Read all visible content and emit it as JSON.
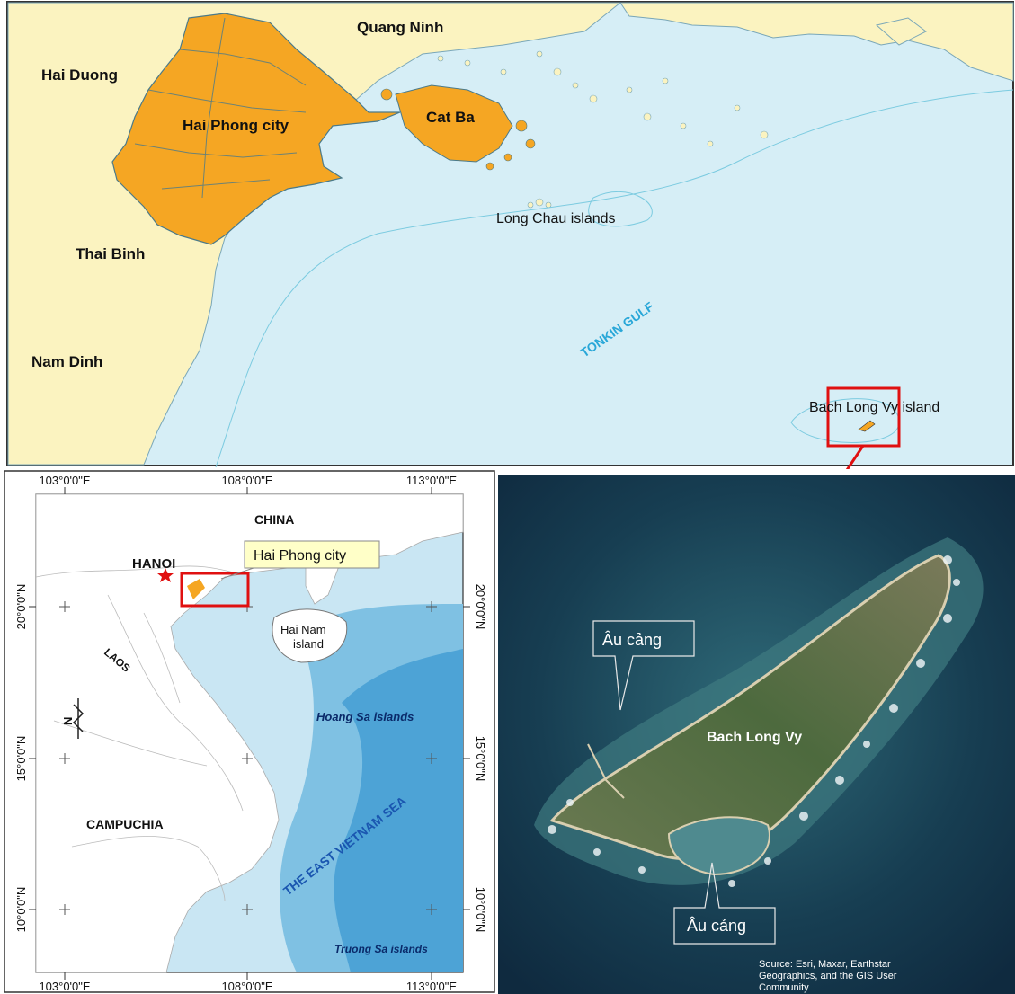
{
  "top_map": {
    "labels": {
      "quang_ninh": "Quang Ninh",
      "hai_duong": "Hai Duong",
      "hai_phong_city": "Hai Phong city",
      "cat_ba": "Cat Ba",
      "long_chau": "Long Chau islands",
      "thai_binh": "Thai Binh",
      "nam_dinh": "Nam Dinh",
      "tonkin_gulf": "TONKIN GULF",
      "bach_long_vy_island": "Bach Long Vy island"
    },
    "colors": {
      "sea": "#d6eef6",
      "land": "#fbf3c0",
      "hai_phong": "#f5a623",
      "highlight_box": "#e01010"
    }
  },
  "locator_map": {
    "top_ticks": [
      "103°0'0\"E",
      "108°0'0\"E",
      "113°0'0\"E"
    ],
    "bottom_ticks": [
      "103°0'0\"E",
      "108°0'0\"E",
      "113°0'0\"E"
    ],
    "left_ticks": [
      "20°0'0\"N",
      "15°0'0\"N",
      "10°0'0\"N"
    ],
    "right_ticks": [
      "20°0'0\"N",
      "15°0'0\"N",
      "10°0'0\"N"
    ],
    "labels": {
      "china": "CHINA",
      "hanoi": "HANOI",
      "hai_phong_callout": "Hai Phong city",
      "hai_nam_line1": "Hai Nam",
      "hai_nam_line2": "island",
      "laos": "LAOS",
      "hoang_sa": "Hoang Sa islands",
      "campuchia": "CAMPUCHIA",
      "east_sea": "THE EAST VIETNAM SEA",
      "truong_sa": "Truong Sa islands",
      "north_arrow": "N"
    }
  },
  "satellite": {
    "labels": {
      "au_cang_1": "Âu cảng",
      "au_cang_2": "Âu cảng",
      "bach_long_vy": "Bach Long Vy",
      "source_line1": "Source: Esri, Maxar, Earthstar",
      "source_line2": "Geographics, and the GIS User",
      "source_line3": "Community"
    }
  }
}
